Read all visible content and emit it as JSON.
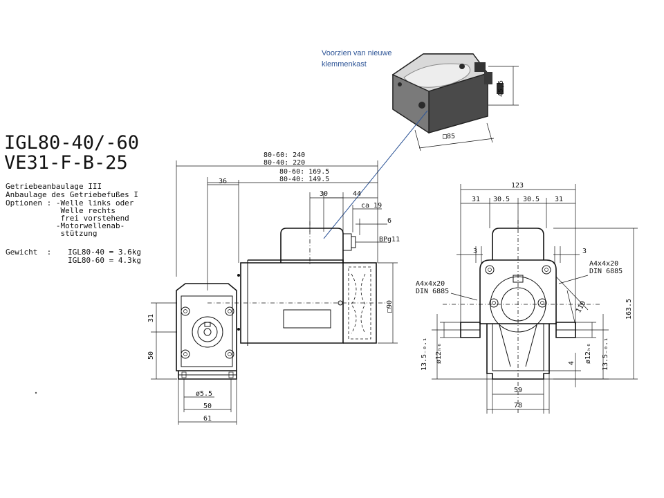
{
  "title": {
    "line1": "IGL80-40/-60",
    "line2": "VE31-F-B-25"
  },
  "specs": {
    "lines": [
      "Getriebeanbaulage III",
      "Anbaulage des Getriebefußes I",
      "Optionen : -Welle links oder",
      "            Welle rechts",
      "            frei vorstehend",
      "           -Motorwellenab-",
      "            stützung"
    ],
    "weight_label": "Gewicht  :",
    "weight_lines": [
      "IGL80-40 = 3.6kg",
      "IGL80-60 = 4.3kg"
    ]
  },
  "annotation": {
    "line1": "Voorzien van nieuwe",
    "line2": "klemmenkast",
    "dim_height": "45,5",
    "dim_width": "□85",
    "color": "#2e5597"
  },
  "side_view": {
    "len_60": "80-60: 240",
    "len_40": "80-40: 220",
    "sub_60": "80-60: 169.5",
    "sub_40": "80-40: 149.5",
    "d36": "36",
    "d30": "30",
    "d44": "44",
    "ca19": "ca 19",
    "d6": "6",
    "bpg": "BPg11",
    "d90": "□90",
    "d31": "31",
    "d50": "50",
    "hole": "ø5.5",
    "b50": "50",
    "b61": "61"
  },
  "front_view": {
    "d123": "123",
    "d31a": "31",
    "d305a": "30.5",
    "d305b": "30.5",
    "d31b": "31",
    "d3l": "3",
    "d3r": "3",
    "key_r1": "A4x4x20",
    "key_r2": "DIN 6885",
    "key_l1": "A4x4x20",
    "key_l2": "DIN 6885",
    "d1635": "163.5",
    "d110": "110",
    "tol_l": "13.5₋₀.₁",
    "shaft_l": "ø12ₕ₆",
    "d4": "4",
    "shaft_r": "ø12ₕ₆",
    "tol_r": "13.5₋₀.₁",
    "d59": "59",
    "d78": "78"
  }
}
